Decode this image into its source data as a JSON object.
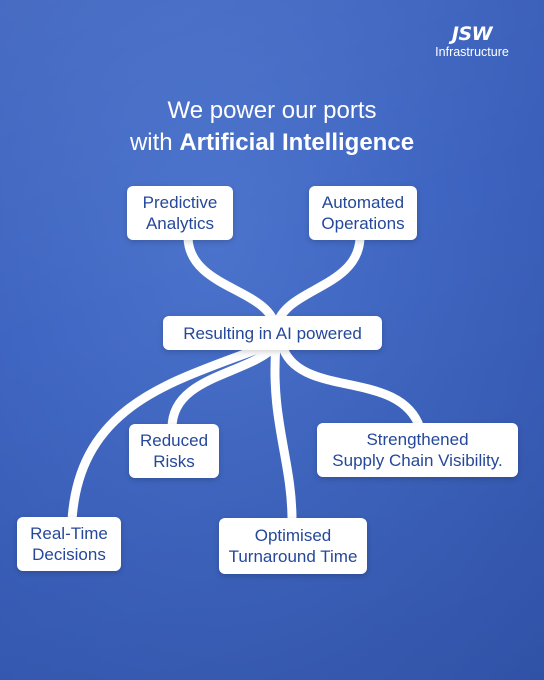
{
  "brand": {
    "mark": "JSW",
    "name": "Infrastructure"
  },
  "headline": {
    "line1": "We power our ports",
    "line2_prefix": "with ",
    "line2_bold": "Artificial Intelligence"
  },
  "hub": {
    "label": "Resulting in AI powered"
  },
  "inputs": [
    {
      "lines": [
        "Predictive",
        "Analytics"
      ]
    },
    {
      "lines": [
        "Automated",
        "Operations"
      ]
    }
  ],
  "outcomes": [
    {
      "lines": [
        "Reduced",
        "Risks"
      ]
    },
    {
      "lines": [
        "Strengthened",
        "Supply Chain Visibility."
      ]
    },
    {
      "lines": [
        "Real-Time",
        "Decisions"
      ]
    },
    {
      "lines": [
        "Optimised",
        "Turnaround Time"
      ]
    }
  ],
  "colors": {
    "background": "#3f66c2",
    "box": "#ffffff",
    "box_text": "#25489a",
    "connector": "#ffffff"
  }
}
